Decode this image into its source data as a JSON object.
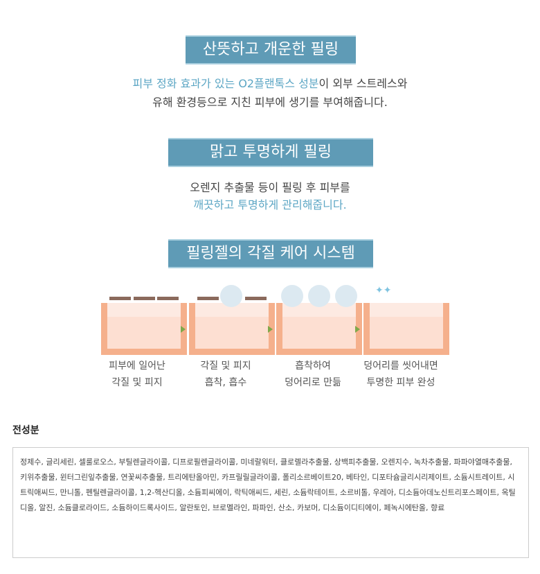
{
  "section1": {
    "title": "산뜻하고 개운한 필링",
    "line1_hl": "피부 정화 효과가 있는 O2플랜톡스 성분",
    "line1_rest": "이 외부 스트레스와",
    "line2": "유해 환경등으로 지친 피부에 생기를 부여해줍니다."
  },
  "section2": {
    "title": "맑고 투명하게 필링",
    "line1": "오렌지 추출물 등이 필링 후 피부를",
    "line2_hl": "깨끗하고 투명하게 관리해줍니다."
  },
  "section3": {
    "title": "필링젤의 각질 케어 시스템",
    "steps": [
      {
        "line1": "피부에 일어난",
        "line2": "각질 및 피지"
      },
      {
        "line1": "각질 및 피지",
        "line2": "흡착, 흡수"
      },
      {
        "line1": "흡착하여",
        "line2": "덩어리로 만듦"
      },
      {
        "line1": "덩어리를 씻어내면",
        "line2": "투명한 피부 완성"
      }
    ]
  },
  "ingredients": {
    "title": "전성분",
    "text": "정제수, 글리세린, 셀룰로오스, 부틸렌글라이콜, 디프로필렌글라이콜, 미네랄워터, 클로렐라추출물, 상백피추출물, 오렌지수, 녹차추출물, 파파야열매추출물, 키위추출물, 윈터그린잎추출물, 연꽃씨추출물, 트리에탄올아민, 카프릴릴글라이콜, 폴리소르베이트20, 베타인, 디포타슘글리시리제이트, 소듐시트레이트, 시트릭애씨드, 만니톨, 펜틸렌글라이콜, 1,2-헥산디올, 소듐피씨에이, 락틱애씨드, 세린, 소듐락테이트, 소르비톨, 우레아, 디소듐아데노신트리포스페이트, 옥틸디올, 알진, 소듐클로라이드, 소듐하이드록사이드, 알란토인, 브로멜라인, 파파인, 산소, 카보머, 디소듐이디티에이, 페녹시에탄올, 향료"
  }
}
